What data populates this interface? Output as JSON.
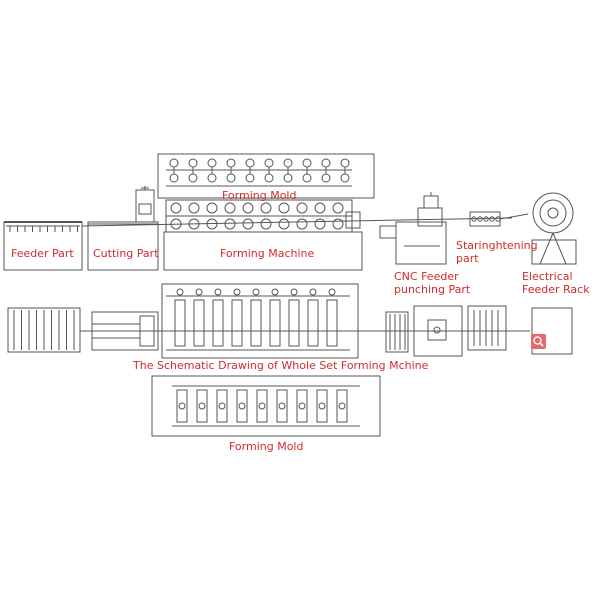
{
  "labels": {
    "forming_mold_top": "Forming Mold",
    "feeder_part": "Feeder Part",
    "cutting_part": "Cutting Part",
    "forming_machine": "Forming Machine",
    "straightening_part": "Staringhtening part",
    "cnc_feeder_punching": "CNC Feeder punching Part",
    "electrical_feeder_rack": "Electrical Feeder Rack",
    "schematic_caption": "The Schematic Drawing of Whole Set Forming Mchine",
    "forming_mold_bottom": "Forming Mold"
  },
  "colors": {
    "label": "#d42a2a",
    "line": "#555555",
    "zoom_badge": "#e8686a"
  },
  "icons": {
    "zoom": "zoom-in-icon"
  }
}
